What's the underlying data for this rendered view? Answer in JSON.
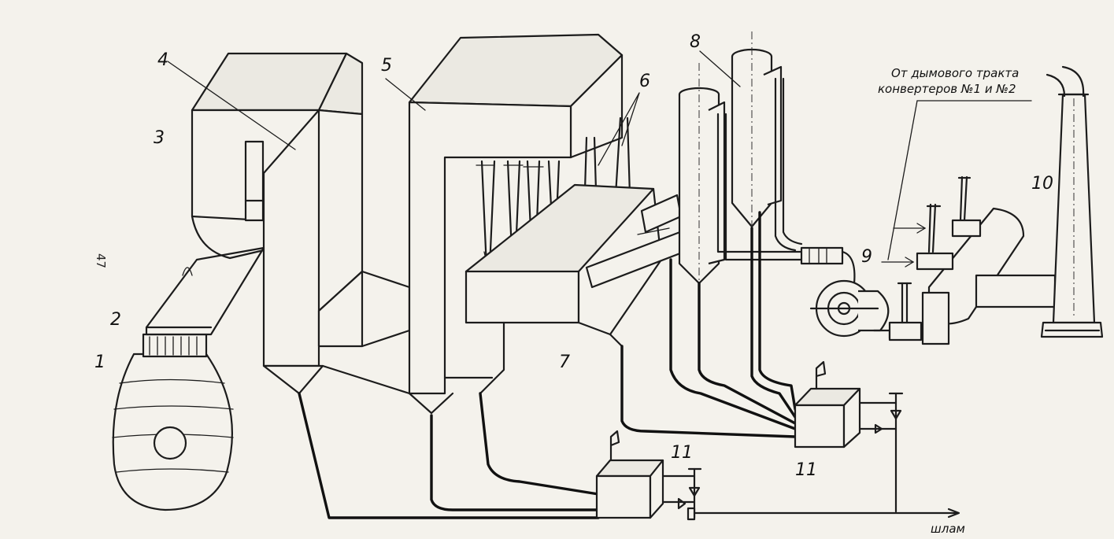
{
  "page_number": "47",
  "note_line1": "От дымового тракта",
  "note_line2": "конвертеров №1 и №2",
  "outlet_label": "шлам",
  "labels": {
    "l1": "1",
    "l2": "2",
    "l3": "3",
    "l4": "4",
    "l5": "5",
    "l6": "6",
    "l7": "7",
    "l8": "8",
    "l9": "9",
    "l10": "10",
    "l11a": "11",
    "l11b": "11"
  },
  "colors": {
    "ink": "#1c1c1c",
    "paper": "#f4f2ec"
  }
}
